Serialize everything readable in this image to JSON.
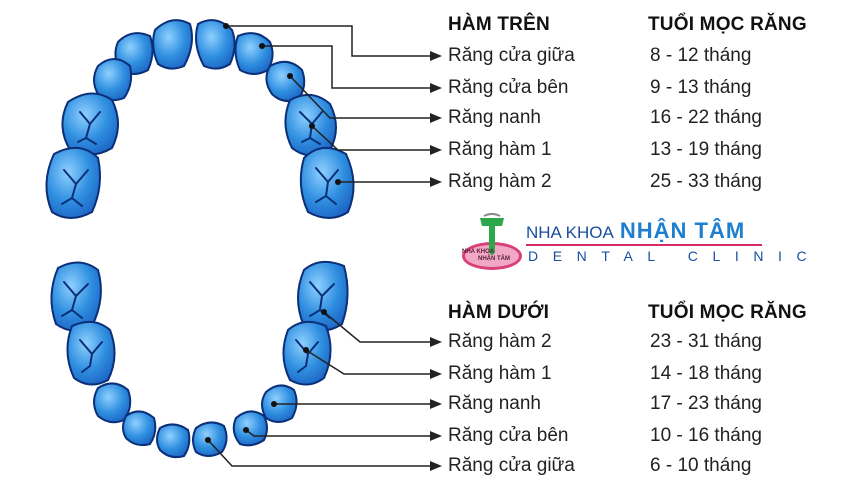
{
  "upper": {
    "title": "HÀM TRÊN",
    "age_header": "TUỔI MỌC RĂNG",
    "rows": [
      {
        "tooth": "Răng cửa giữa",
        "age": "8 - 12 tháng"
      },
      {
        "tooth": "Răng cửa bên",
        "age": "9 - 13 tháng"
      },
      {
        "tooth": "Răng nanh",
        "age": "16 - 22 tháng"
      },
      {
        "tooth": "Răng hàm 1",
        "age": "13 - 19 tháng"
      },
      {
        "tooth": "Răng hàm 2",
        "age": "25 - 33 tháng"
      }
    ]
  },
  "lower": {
    "title": "HÀM DƯỚI",
    "age_header": "TUỔI MỌC RĂNG",
    "rows": [
      {
        "tooth": "Răng hàm 2",
        "age": "23 - 31 tháng"
      },
      {
        "tooth": "Răng hàm 1",
        "age": "14 - 18 tháng"
      },
      {
        "tooth": "Răng nanh",
        "age": "17 - 23 tháng"
      },
      {
        "tooth": "Răng cửa bên",
        "age": "10 - 16 tháng"
      },
      {
        "tooth": "Răng cửa giữa",
        "age": "6 - 10 tháng"
      }
    ]
  },
  "logo": {
    "prefix": "NHA KHOA",
    "brand": "NHẬN TÂM",
    "sub": "DENTAL CLINIC",
    "badge_line1": "NHA KHOA",
    "badge_line2": "NHẬN TÂM"
  },
  "colors": {
    "tooth_fill": "#2f8fe0",
    "tooth_stroke": "#0b2f78",
    "leader": "#222222",
    "logo_pink": "#d62a6a",
    "logo_blue": "#1e7fd0"
  }
}
